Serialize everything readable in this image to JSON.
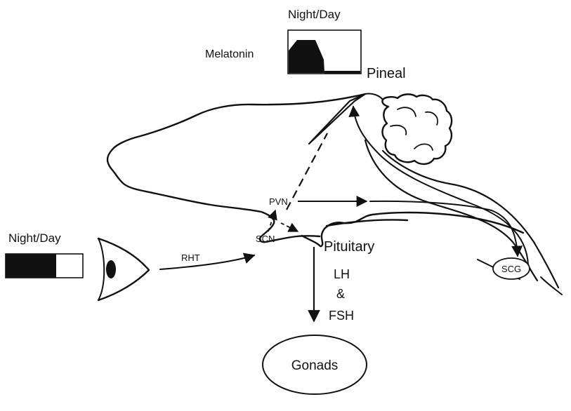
{
  "diagram": {
    "melatonin_chart": {
      "title": "Night/Day",
      "label": "Melatonin"
    },
    "light_chart": {
      "title": "Night/Day"
    },
    "labels": {
      "pineal": "Pineal",
      "rht": "RHT",
      "scn": "SCN",
      "pvn": "PVN",
      "pituitary": "Pituitary",
      "hormones_lh": "LH",
      "hormones_and": "&",
      "hormones_fsh": "FSH",
      "scg": "SCG",
      "gonads": "Gonads"
    },
    "colors": {
      "ink": "#111111",
      "background": "#ffffff"
    }
  }
}
